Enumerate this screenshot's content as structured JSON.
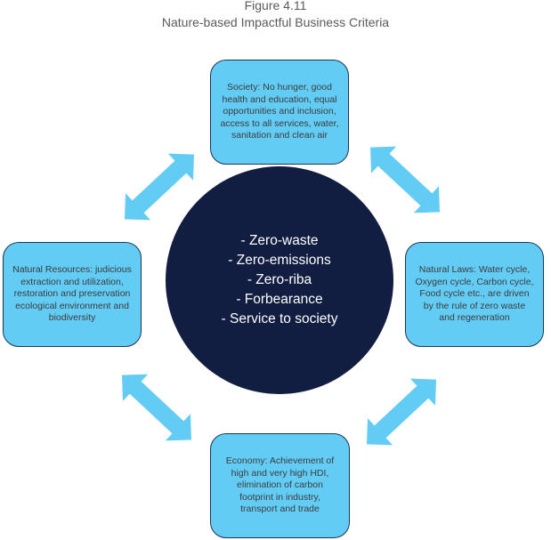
{
  "figure": {
    "number": "Figure 4.11",
    "title": "Nature-based Impactful Business Criteria"
  },
  "colors": {
    "box_fill": "#63ccf5",
    "box_border": "#1f3552",
    "circle_fill": "#111e42",
    "arrow_fill": "#63ccf5",
    "title_text": "#5b5b5b",
    "box_text": "#3b3b3b",
    "circle_text": "#ffffff"
  },
  "center": {
    "items": [
      "- Zero-waste",
      "- Zero-emissions",
      "- Zero-riba",
      "- Forbearance",
      "- Service to society"
    ]
  },
  "nodes": {
    "top": {
      "label": "Society: No hunger, good health and education, equal opportunities and inclusion, access to all services, water, sanitation and clean air"
    },
    "left": {
      "label": "Natural Resources: judicious extraction and utilization, restoration and preservation ecological environment and biodiversity"
    },
    "right": {
      "label": "Natural Laws: Water cycle, Oxygen cycle, Carbon cycle, Food cycle etc., are driven by the rule of zero waste and regeneration"
    },
    "bottom": {
      "label": "Economy: Achievement of high and very high HDI, elimination of carbon footprint in industry, transport and trade"
    }
  },
  "connections": [
    {
      "from": "left",
      "to": "top",
      "type": "bidirectional"
    },
    {
      "from": "top",
      "to": "right",
      "type": "bidirectional"
    },
    {
      "from": "left",
      "to": "bottom",
      "type": "bidirectional"
    },
    {
      "from": "right",
      "to": "bottom",
      "type": "bidirectional"
    }
  ]
}
